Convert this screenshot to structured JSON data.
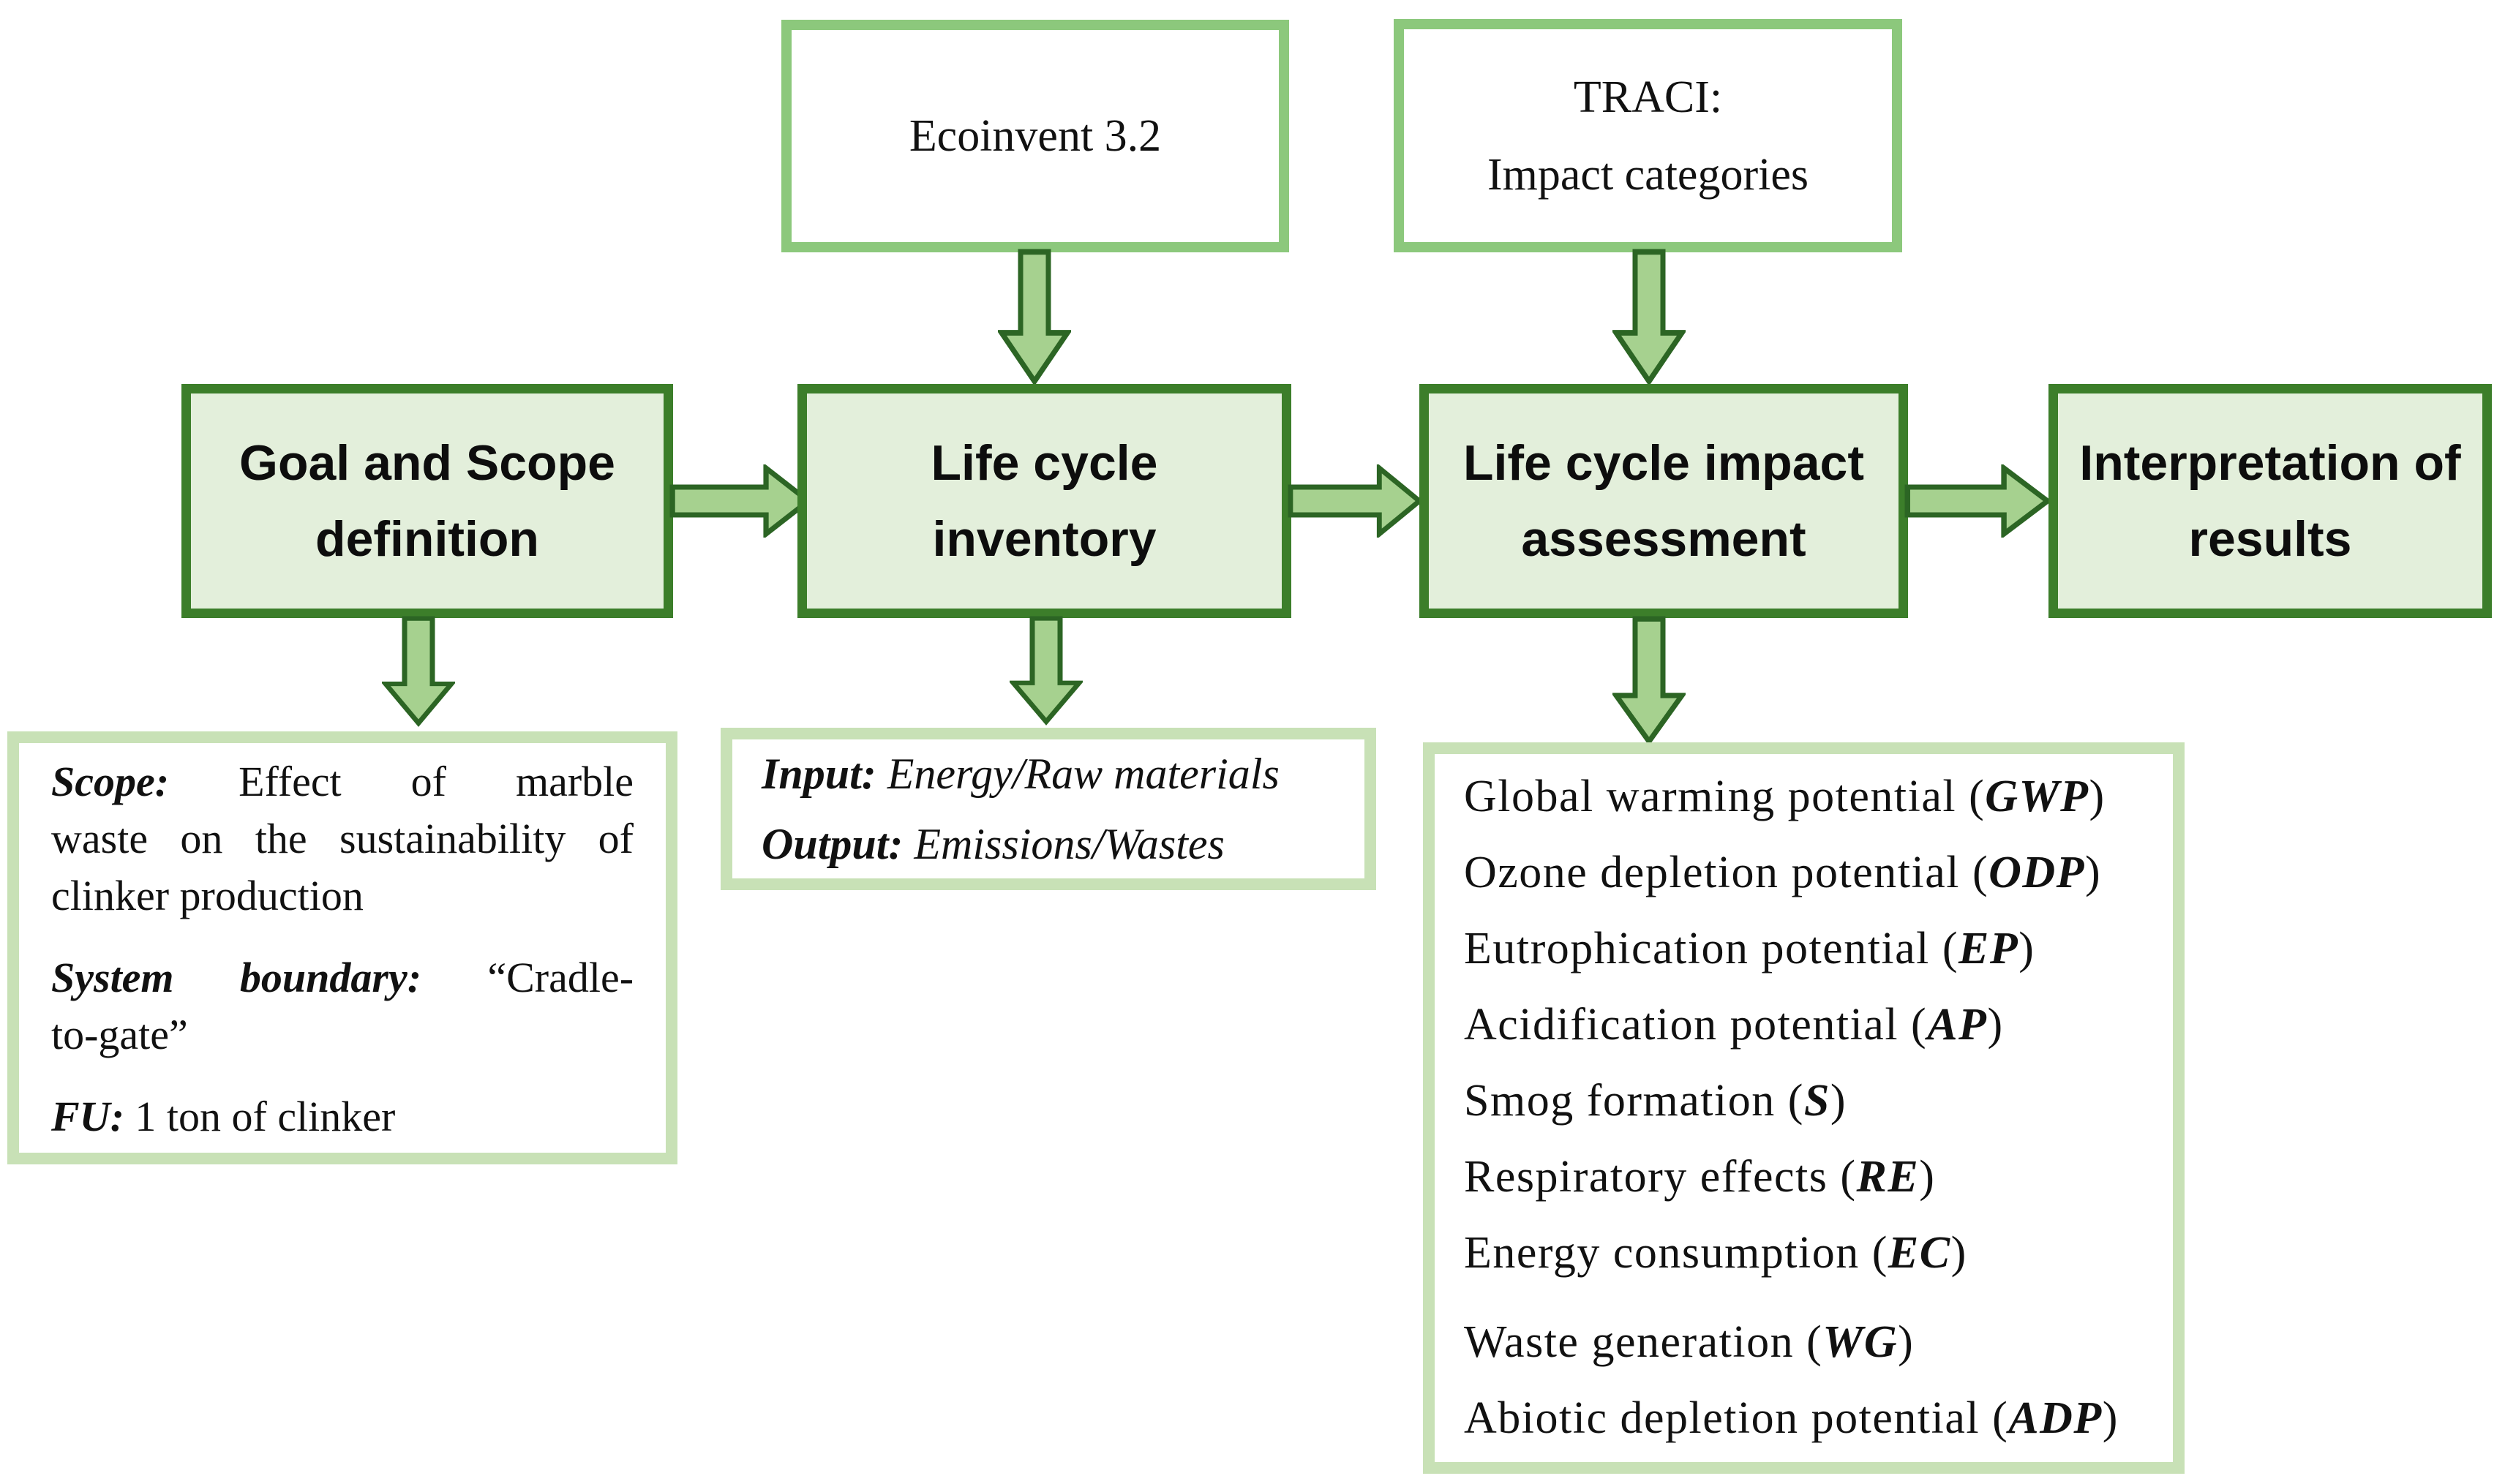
{
  "top_sources": [
    {
      "id": "ecoinvent",
      "lines": [
        "Ecoinvent 3.2"
      ]
    },
    {
      "id": "traci",
      "lines": [
        "TRACI:",
        "Impact categories"
      ]
    }
  ],
  "main_flow": {
    "boxes": [
      {
        "id": "goal-scope",
        "lines": [
          "Goal and Scope",
          "definition"
        ]
      },
      {
        "id": "lci",
        "lines": [
          "Life cycle",
          "inventory"
        ]
      },
      {
        "id": "lcia",
        "lines": [
          "Life cycle impact",
          "assessment"
        ]
      },
      {
        "id": "interpretation",
        "lines": [
          "Interpretation of",
          "results"
        ]
      }
    ]
  },
  "scope_box": {
    "p1_label": "Scope:",
    "p1_line1_rest": "Effect of marble",
    "p1_line2": "waste on the sustainability of",
    "p1_line3": "clinker production",
    "p2_label": "System boundary:",
    "p2_line1_rest": "“Cradle-",
    "p2_line2": "to-gate”",
    "p3_label": "FU:",
    "p3_line1_rest": "1 ton of clinker"
  },
  "io_box": {
    "input_label": "Input:",
    "input_text": "Energy/Raw materials",
    "output_label": "Output:",
    "output_text": "Emissions/Wastes"
  },
  "impact_box": {
    "items": [
      {
        "name": "Global warming potential",
        "abbr": "GWP"
      },
      {
        "name": "Ozone depletion potential",
        "abbr": "ODP"
      },
      {
        "name": "Eutrophication potential",
        "abbr": "EP"
      },
      {
        "name": "Acidification potential",
        "abbr": "AP"
      },
      {
        "name": "Smog formation",
        "abbr": "S"
      },
      {
        "name": "Respiratory effects",
        "abbr": "RE"
      },
      {
        "name": "Energy consumption",
        "abbr": "EC"
      },
      {
        "name": "Waste generation",
        "abbr": "WG",
        "gap_before": true
      },
      {
        "name": "Abiotic depletion potential",
        "abbr": "ADP"
      }
    ]
  },
  "colors": {
    "dark_green": "#3c7e2a",
    "medium_green": "#8cc87c",
    "pale_green": "#c8e1b6",
    "box_fill": "#e3efdb",
    "arrow_fill": "#a6d18f",
    "arrow_stroke": "#2c6524",
    "text_color": "#111111"
  }
}
